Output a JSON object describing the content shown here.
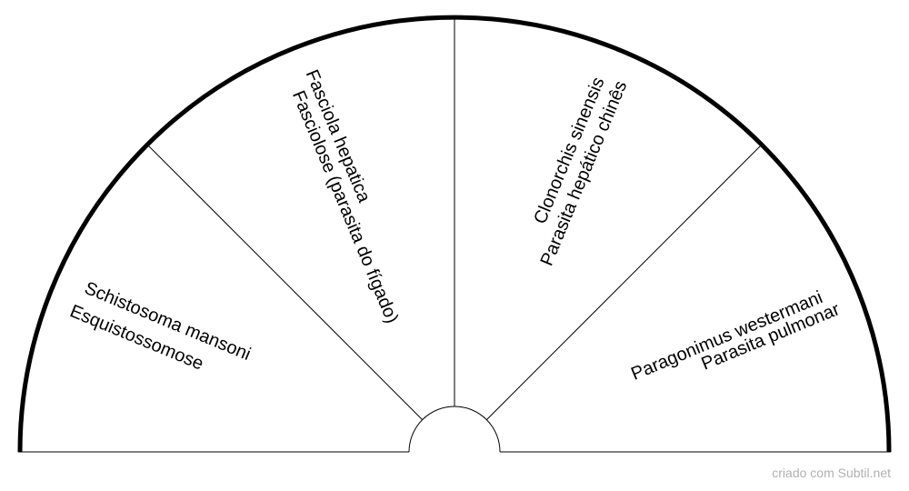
{
  "sectors": [
    {
      "line1": "Schistosoma mansoni",
      "line2": "Esquistossomose"
    },
    {
      "line1": "Fasciola hepatica",
      "line2": "Fasciolose (parasita do fígado)"
    },
    {
      "line1": "Clonorchis sinensis",
      "line2": "Parasita hepático chinês"
    },
    {
      "line1": "Paragonimus westermani",
      "line2": "Parasita pulmonar"
    }
  ],
  "footer": "criado com Subtil.net"
}
